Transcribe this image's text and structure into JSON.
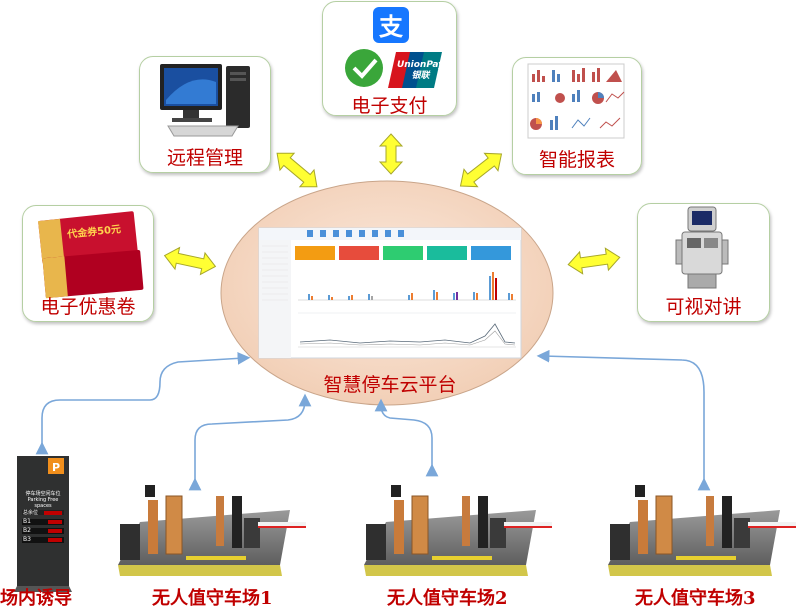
{
  "center": {
    "label": "智慧停车云平台"
  },
  "top_box": {
    "label": "电子支付",
    "logo": {
      "text_en": "UnionPay",
      "text_cn": "银联"
    }
  },
  "upper_left_box": {
    "label": "远程管理"
  },
  "upper_right_box": {
    "label": "智能报表"
  },
  "left_box": {
    "label": "电子优惠卷",
    "coupon_text": "代金券50元"
  },
  "right_box": {
    "label": "可视对讲"
  },
  "guidance": {
    "label": "场内诱导",
    "sign_title": "停车场空闲车位",
    "sign_sub": "Parking Free spaces",
    "rows": [
      "总余位",
      "B1",
      "B2",
      "B3"
    ]
  },
  "lots": [
    {
      "label": "无人值守车场1"
    },
    {
      "label": "无人值守车场2"
    },
    {
      "label": "无人值守车场3"
    }
  ],
  "colors": {
    "label_red": "#c00000",
    "box_fill": "#dcedcc",
    "ellipse_fill": "#f6d9c6",
    "arrow_yellow": "#ffff33",
    "connector_blue": "#7aa7d9"
  }
}
